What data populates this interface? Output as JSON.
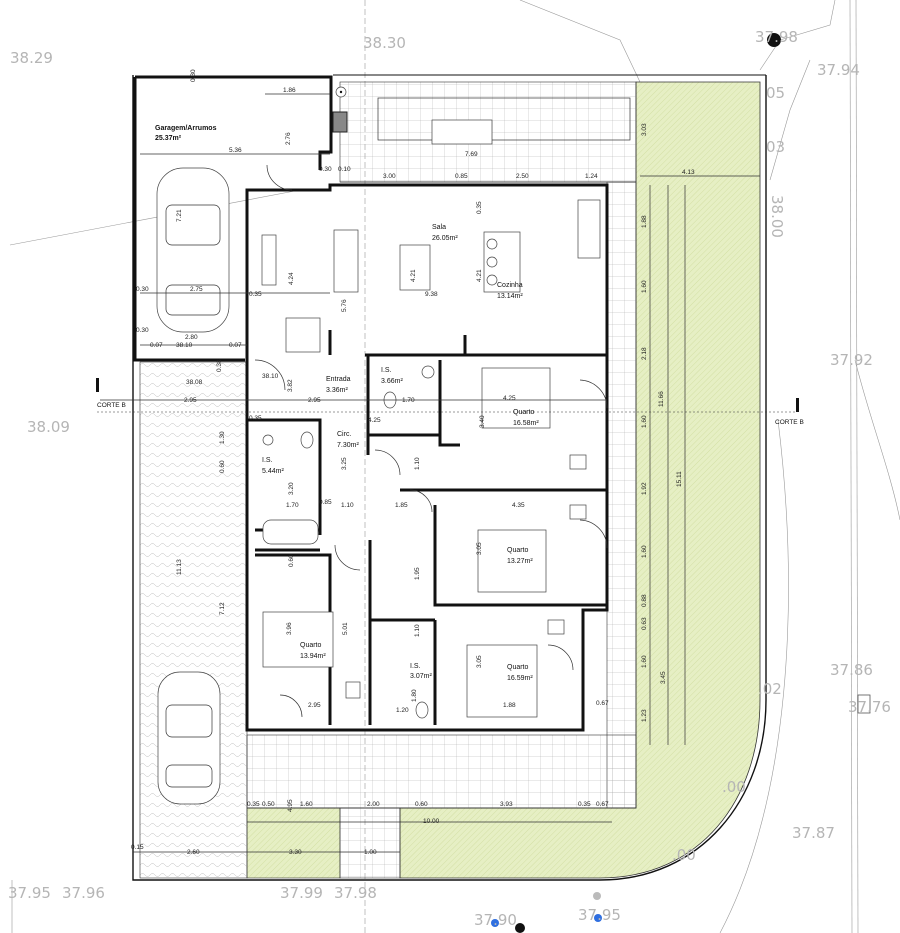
{
  "colors": {
    "lawn": "#e6efc4",
    "walls": "#111111",
    "elevation_text": "#b5b5b5",
    "survey_point": "#2f6fe0"
  },
  "rooms": [
    {
      "name": "Garagem/Arrumos",
      "area": "25.37m²"
    },
    {
      "name": "Sala",
      "area": "26.05m²"
    },
    {
      "name": "Cozinha",
      "area": "13.14m²"
    },
    {
      "name": "Entrada",
      "area": "3.36m²"
    },
    {
      "name": "I.S.",
      "area": "3.66m²"
    },
    {
      "name": "Quarto",
      "area": "16.58m²"
    },
    {
      "name": "Circ.",
      "area": "7.30m²"
    },
    {
      "name": "I.S.",
      "area": "5.44m²"
    },
    {
      "name": "Quarto",
      "area": "13.27m²"
    },
    {
      "name": "Quarto",
      "area": "13.94m²"
    },
    {
      "name": "I.S.",
      "area": "3.07m²"
    },
    {
      "name": "Quarto",
      "area": "16.59m²"
    }
  ],
  "section_marks": {
    "left": "CORTE B",
    "right": "CORTE B"
  },
  "elevations": [
    "38.29",
    "38.30",
    "37.98",
    "37.94",
    "38.00",
    "37.92",
    "38.09",
    "37.86",
    "37.76",
    "37.87",
    "37.95",
    "37.96",
    "37.99",
    "37.98",
    "37.90",
    "37.95",
    "05",
    "03",
    ".02",
    ".00",
    ".00"
  ],
  "dimensions": [
    "0.30",
    "1.86",
    "2.76",
    "5.36",
    "0.30",
    "0.10",
    "3.00",
    "0.85",
    "2.50",
    "1.24",
    "7.69",
    "4.13",
    "7.21",
    "4.24",
    "4.21",
    "9.38",
    "4.21",
    "5.76",
    "0.35",
    "0.30",
    "2.75",
    "0.35",
    "0.30",
    "2.80",
    "0.07",
    "38.10",
    "0.07",
    "38.08",
    "38.10",
    "3.82",
    "2.95",
    "2.95",
    "1.70",
    "4.25",
    "0.35",
    "4.25",
    "3.40",
    "3.20",
    "1.70",
    "0.85",
    "1.10",
    "1.85",
    "1.10",
    "4.35",
    "3.25",
    "3.05",
    "1.95",
    "5.01",
    "0.60",
    "3.96",
    "1.10",
    "1.80",
    "3.05",
    "2.95",
    "1.20",
    "1.88",
    "0.67",
    "3.03",
    "1.88",
    "1.60",
    "2.18",
    "11.66",
    "1.60",
    "1.92",
    "15.11",
    "1.60",
    "0.88",
    "0.63",
    "1.60",
    "3.45",
    "1.23",
    "0.35",
    "0.50",
    "1.60",
    "4.95",
    "2.00",
    "0.60",
    "3.93",
    "0.35",
    "0.67",
    "10.00",
    "0.15",
    "2.60",
    "3.30",
    "1.00",
    "11.13",
    "7.12",
    "1.30",
    "0.60",
    "0.38"
  ]
}
